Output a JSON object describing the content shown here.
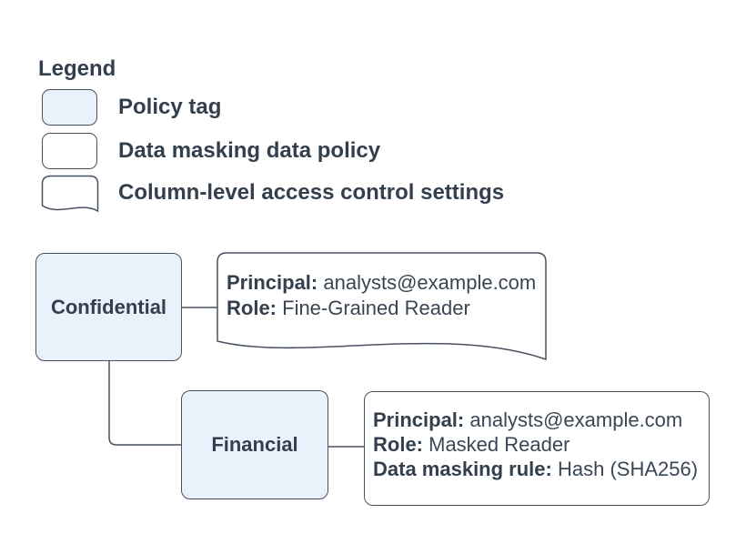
{
  "colors": {
    "policy_tag_fill": "#E9F1FB",
    "shape_border": "#47525F",
    "text": "#333F4D",
    "background": "#FFFFFF"
  },
  "legend": {
    "title": "Legend",
    "items": [
      {
        "id": "policy-tag",
        "label": "Policy tag"
      },
      {
        "id": "data-masking-policy",
        "label": "Data masking data policy"
      },
      {
        "id": "column-access-settings",
        "label": "Column-level access control settings"
      }
    ]
  },
  "diagram": {
    "policy_tags": {
      "confidential": "Confidential",
      "financial": "Financial"
    },
    "access_settings_card": {
      "lines": [
        {
          "label": "Principal:",
          "value": "analysts@example.com"
        },
        {
          "label": "Role:",
          "value": "Fine-Grained Reader"
        }
      ]
    },
    "masking_policy_card": {
      "lines": [
        {
          "label": "Principal:",
          "value": "analysts@example.com"
        },
        {
          "label": "Role:",
          "value": "Masked Reader"
        },
        {
          "label": "Data masking rule:",
          "value": "Hash (SHA256)"
        }
      ]
    }
  }
}
